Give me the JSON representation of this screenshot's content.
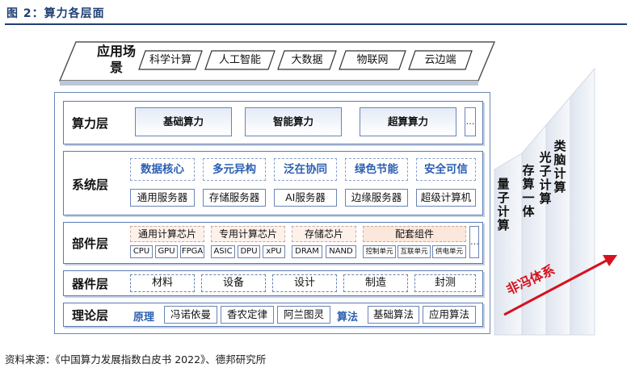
{
  "figure_title": "图 2：算力各层面",
  "source": "资料来源：《中国算力发展指数白皮书 2022》、德邦研究所",
  "application_layer": {
    "title": "应用场景",
    "items": [
      "科学计算",
      "人工智能",
      "大数据",
      "物联网",
      "云边端"
    ]
  },
  "computing_layer": {
    "title": "算力层",
    "items": [
      "基础算力",
      "智能算力",
      "超算算力"
    ],
    "more": "…"
  },
  "system_layer": {
    "title": "系统层",
    "features": [
      "数据核心",
      "多元异构",
      "泛在协同",
      "绿色节能",
      "安全可信"
    ],
    "servers": [
      "通用服务器",
      "存储服务器",
      "AI服务器",
      "边缘服务器",
      "超级计算机"
    ]
  },
  "component_layer": {
    "title": "部件层",
    "groups": [
      "通用计算芯片",
      "专用计算芯片",
      "存储芯片",
      "配套组件"
    ],
    "general_chips": [
      "CPU",
      "GPU",
      "FPGA"
    ],
    "special_chips": [
      "ASIC",
      "DPU",
      "xPU"
    ],
    "storage_chips": [
      "DRAM",
      "NAND"
    ],
    "supporting": [
      "控制单元",
      "互联单元",
      "供电单元"
    ],
    "more": "…"
  },
  "device_layer": {
    "title": "器件层",
    "items": [
      "材料",
      "设备",
      "设计",
      "制造",
      "封测"
    ]
  },
  "theory_layer": {
    "title": "理论层",
    "principle_label": "原理",
    "principles": [
      "冯诺依曼",
      "香农定律",
      "阿兰图灵"
    ],
    "algorithm_label": "算法",
    "algorithms": [
      "基础算法",
      "应用算法"
    ]
  },
  "paradigms": {
    "quantum": "量子计算",
    "storage_compute": "存算一体",
    "photonic": "光子计算",
    "brain_like": "类脑计算",
    "arrow_label": "非冯体系"
  },
  "colors": {
    "title_blue": "#1f3f73",
    "border_blue": "#5a7bb3",
    "feature_blue": "#2b5fb3",
    "orange_fill": "#fbe7dc",
    "arrow_red": "#d6121f"
  }
}
